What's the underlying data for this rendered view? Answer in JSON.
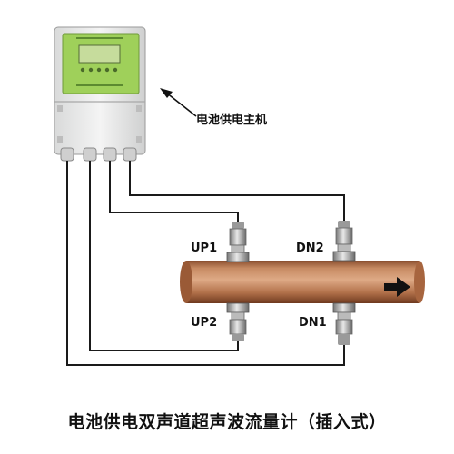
{
  "labels": {
    "host": "电池供电主机",
    "up1": "UP1",
    "up2": "UP2",
    "dn1": "DN1",
    "dn2": "DN2"
  },
  "title": "电池供电双声道超声波流量计（插入式）",
  "colors": {
    "enclosure": "#eceded",
    "panel": "#9fd05a",
    "screen": "#c6dc9c",
    "pipe_mid": "#c3835a",
    "pipe_dark": "#7e4628",
    "cable": "#1a1a1a",
    "arrow": "#111111"
  },
  "icons": {
    "flow": "flow-direction-arrow-icon",
    "pointer": "pointer-arrow-icon"
  }
}
